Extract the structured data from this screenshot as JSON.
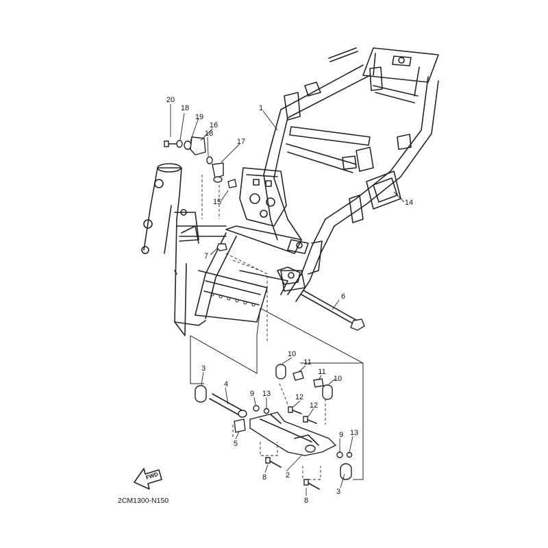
{
  "diagram_code": "2CM1300-N150",
  "fwd_label": "FWD",
  "callouts": [
    {
      "id": "c1",
      "label": "1"
    },
    {
      "id": "c2",
      "label": "2"
    },
    {
      "id": "c3a",
      "label": "3"
    },
    {
      "id": "c3b",
      "label": "3"
    },
    {
      "id": "c4",
      "label": "4"
    },
    {
      "id": "c5",
      "label": "5"
    },
    {
      "id": "c6",
      "label": "6"
    },
    {
      "id": "c7",
      "label": "7"
    },
    {
      "id": "c8a",
      "label": "8"
    },
    {
      "id": "c8b",
      "label": "8"
    },
    {
      "id": "c9a",
      "label": "9"
    },
    {
      "id": "c9b",
      "label": "9"
    },
    {
      "id": "c10a",
      "label": "10"
    },
    {
      "id": "c10b",
      "label": "10"
    },
    {
      "id": "c11a",
      "label": "11"
    },
    {
      "id": "c11b",
      "label": "11"
    },
    {
      "id": "c12a",
      "label": "12"
    },
    {
      "id": "c12b",
      "label": "12"
    },
    {
      "id": "c13a",
      "label": "13"
    },
    {
      "id": "c13b",
      "label": "13"
    },
    {
      "id": "c14",
      "label": "14"
    },
    {
      "id": "c15",
      "label": "15"
    },
    {
      "id": "c16",
      "label": "16"
    },
    {
      "id": "c17",
      "label": "17"
    },
    {
      "id": "c18a",
      "label": "18"
    },
    {
      "id": "c18b",
      "label": "18"
    },
    {
      "id": "c19",
      "label": "19"
    },
    {
      "id": "c20",
      "label": "20"
    }
  ]
}
